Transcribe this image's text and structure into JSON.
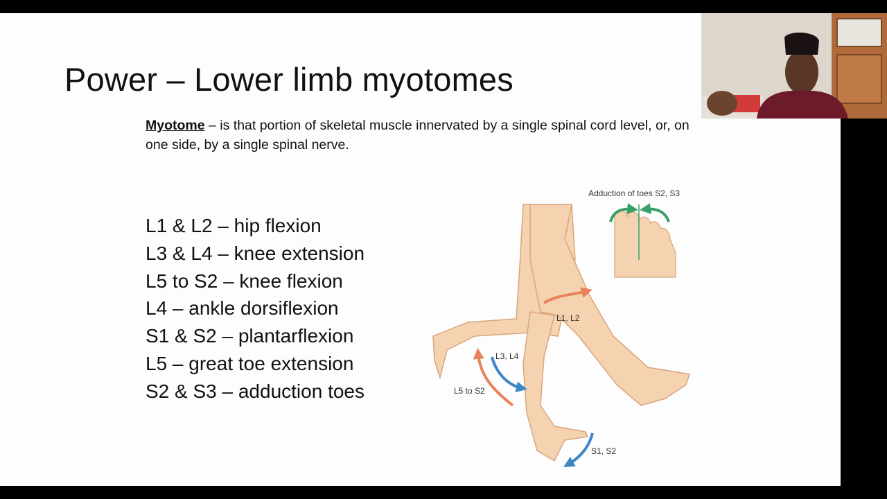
{
  "slide": {
    "title": "Power – Lower limb myotomes",
    "definition": {
      "term": "Myotome",
      "text": " – is that portion of skeletal muscle innervated by a single spinal cord level, or, on one side, by a single spinal nerve."
    },
    "myotomes": [
      "L1 & L2 – hip flexion",
      "L3 & L4 – knee extension",
      "L5 to S2 – knee flexion",
      "L4 – ankle dorsiflexion",
      "S1 & S2 – plantarflexion",
      "L5 – great toe extension",
      "S2 & S3 – adduction toes"
    ],
    "figure_labels": {
      "toes": "Adduction of toes S2, S3",
      "hip": "L1, L2",
      "knee_ext": "L3, L4",
      "knee_flex": "L5 to S2",
      "ankle": "S1, S2"
    }
  },
  "colors": {
    "skin": "#f6d3b0",
    "skin_outline": "#d9a47c",
    "arrow_orange": "#e8825a",
    "arrow_blue": "#3f86c8",
    "arrow_green": "#3aa06a"
  },
  "webcam": {
    "icon": "presenter-video-feed"
  }
}
